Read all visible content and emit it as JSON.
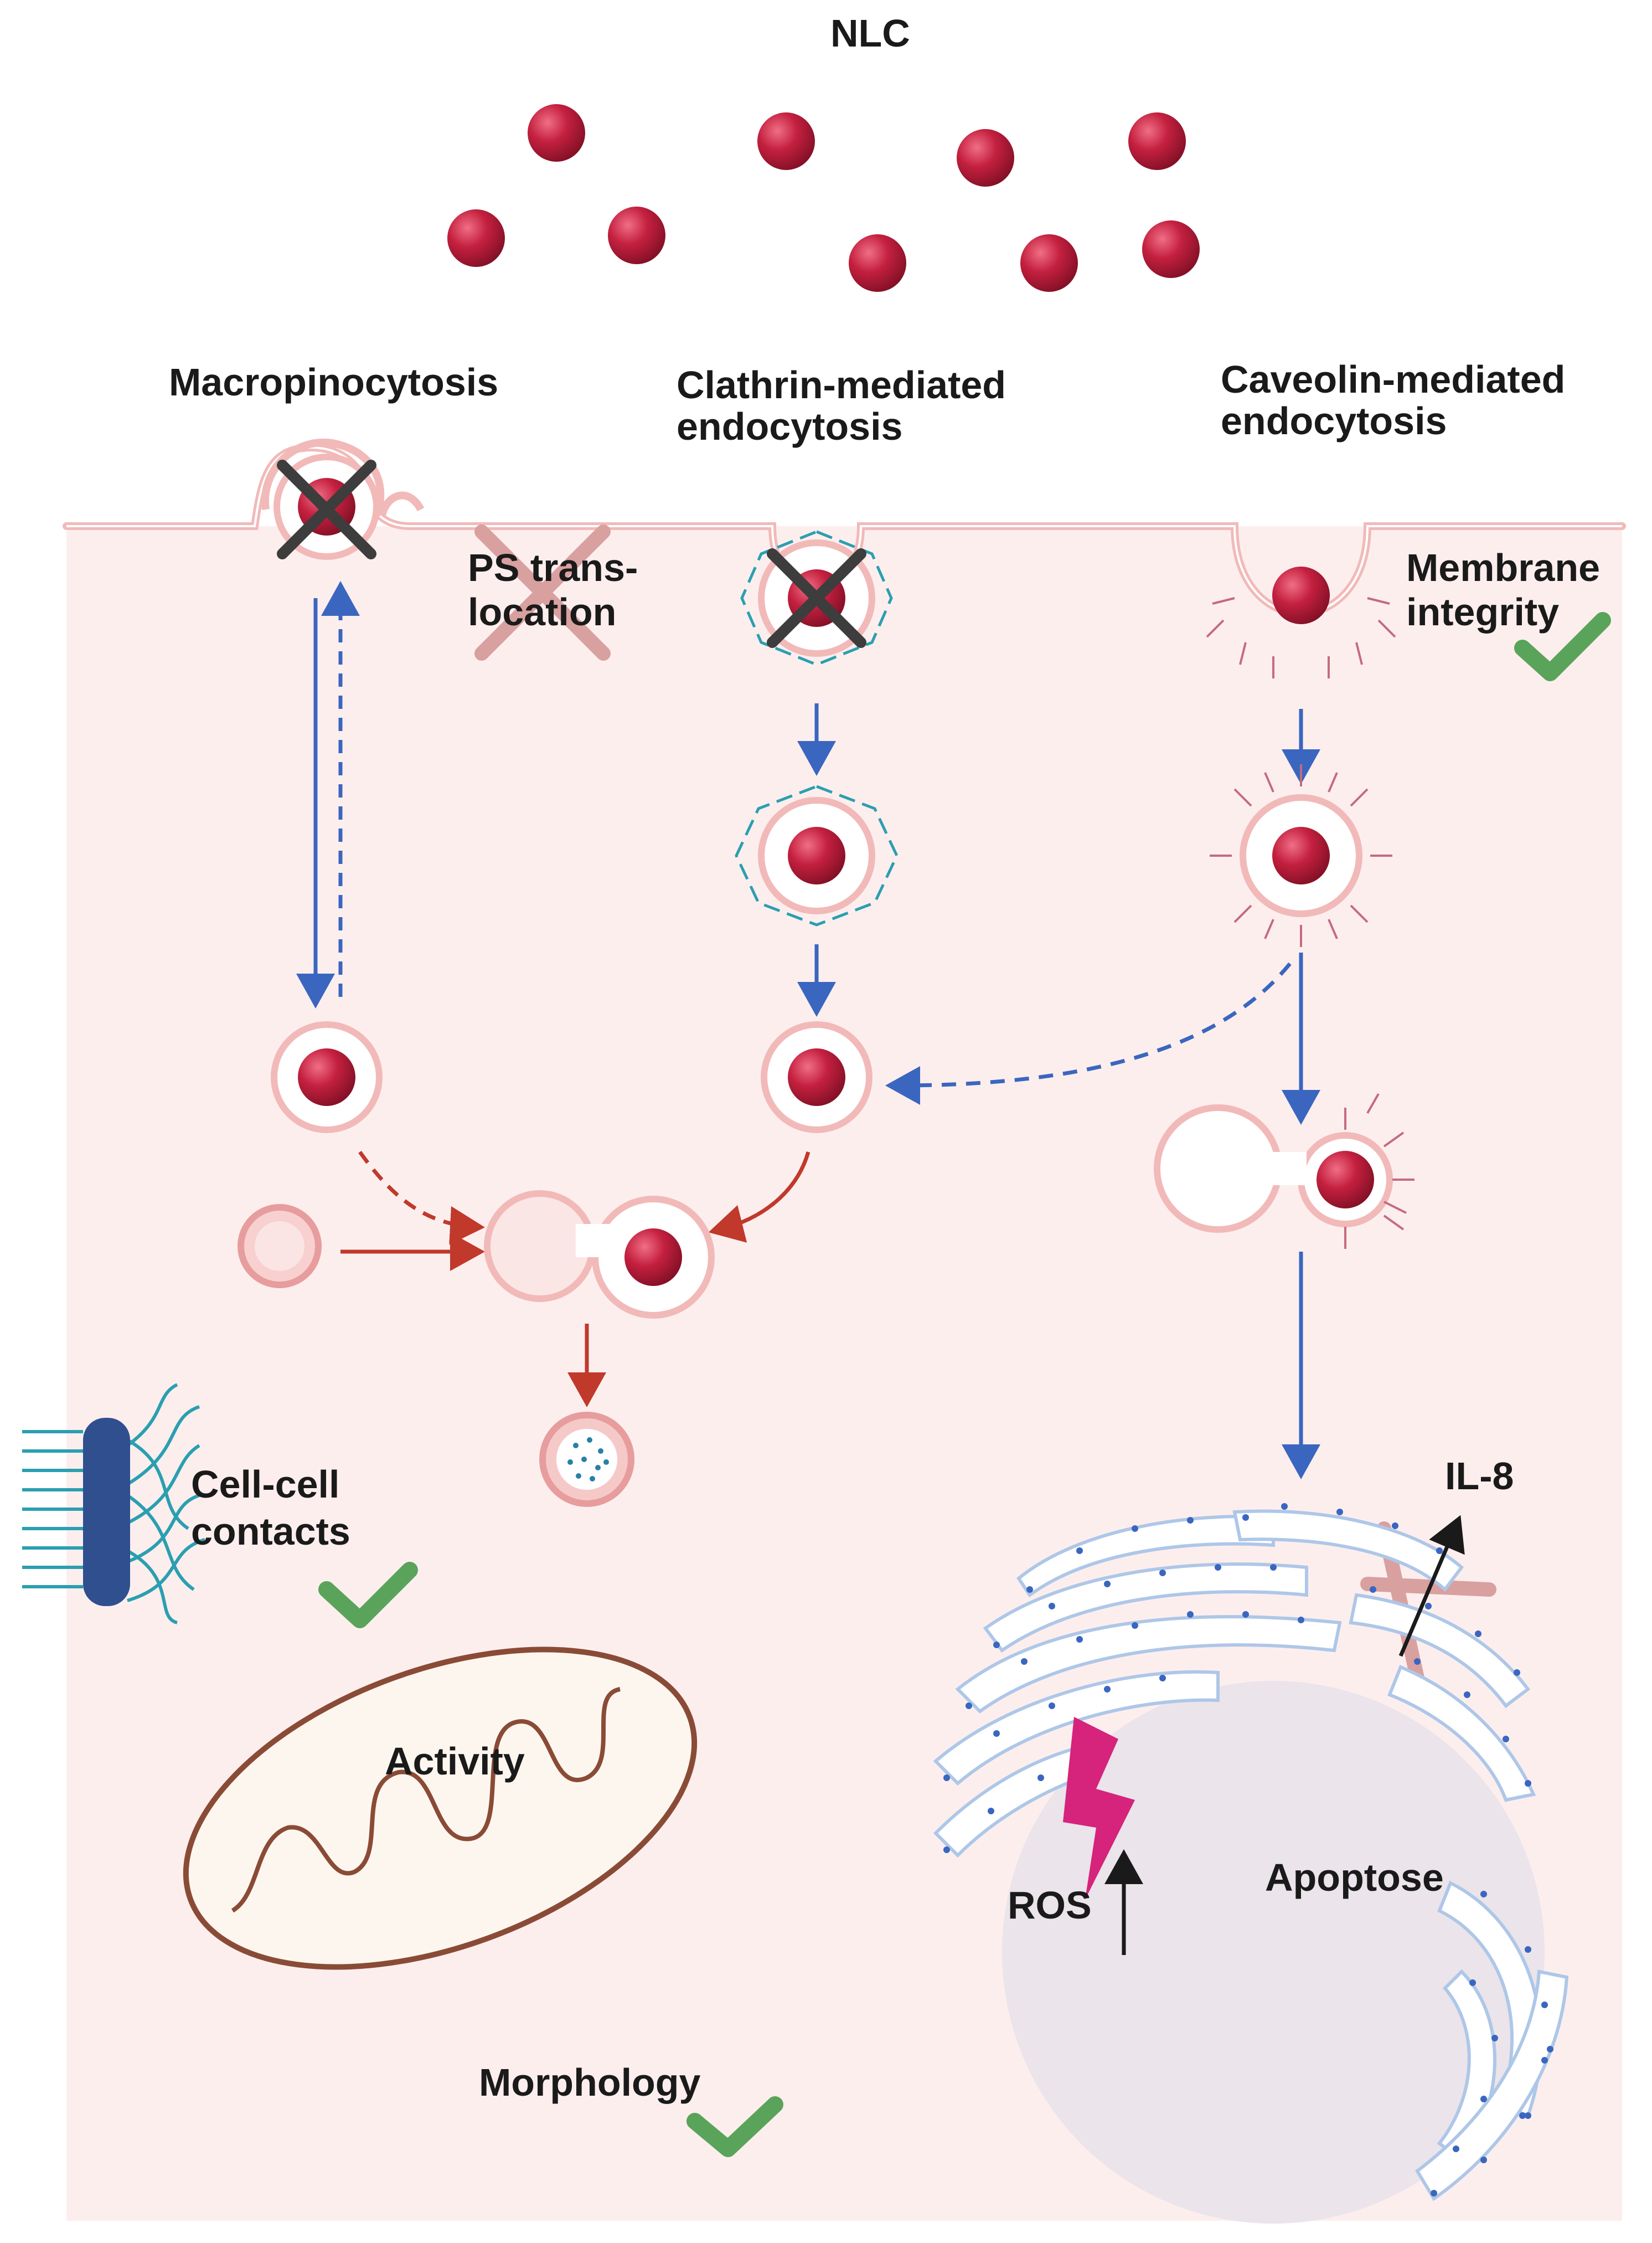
{
  "title": "NLC",
  "pathways": {
    "macro": "Macropinocytosis",
    "clathrin_1": "Clathrin-mediated",
    "clathrin_2": "endocytosis",
    "caveolin_1": "Caveolin-mediated",
    "caveolin_2": "endocytosis"
  },
  "effects": {
    "ps_1": "PS trans-",
    "ps_2": "location",
    "membrane_1": "Membrane",
    "membrane_2": "integrity",
    "contacts_1": "Cell-cell",
    "contacts_2": "contacts",
    "activity": "Activity",
    "morphology": "Morphology",
    "il8": "IL-8",
    "ros": "ROS",
    "apoptose": "Apoptose"
  },
  "colors": {
    "cell": "#fdeeee",
    "membrane": "#f2b9b9",
    "particle": "#c0203e",
    "blue_arrow": "#3a66bf",
    "red_arrow": "#c0392b",
    "check": "#5aa35a",
    "cross_dark": "#3d3d3d",
    "cross_light": "#d9a0a0",
    "clathrin": "#2a9fb0",
    "er": "#aec7e8",
    "ros": "#d6237c"
  },
  "icons": [
    "nanoparticle-icon",
    "check-icon",
    "cross-icon",
    "lightning-icon",
    "mitochondrion-icon",
    "endoplasmic-reticulum-icon",
    "nucleus-icon",
    "junction-icon"
  ]
}
